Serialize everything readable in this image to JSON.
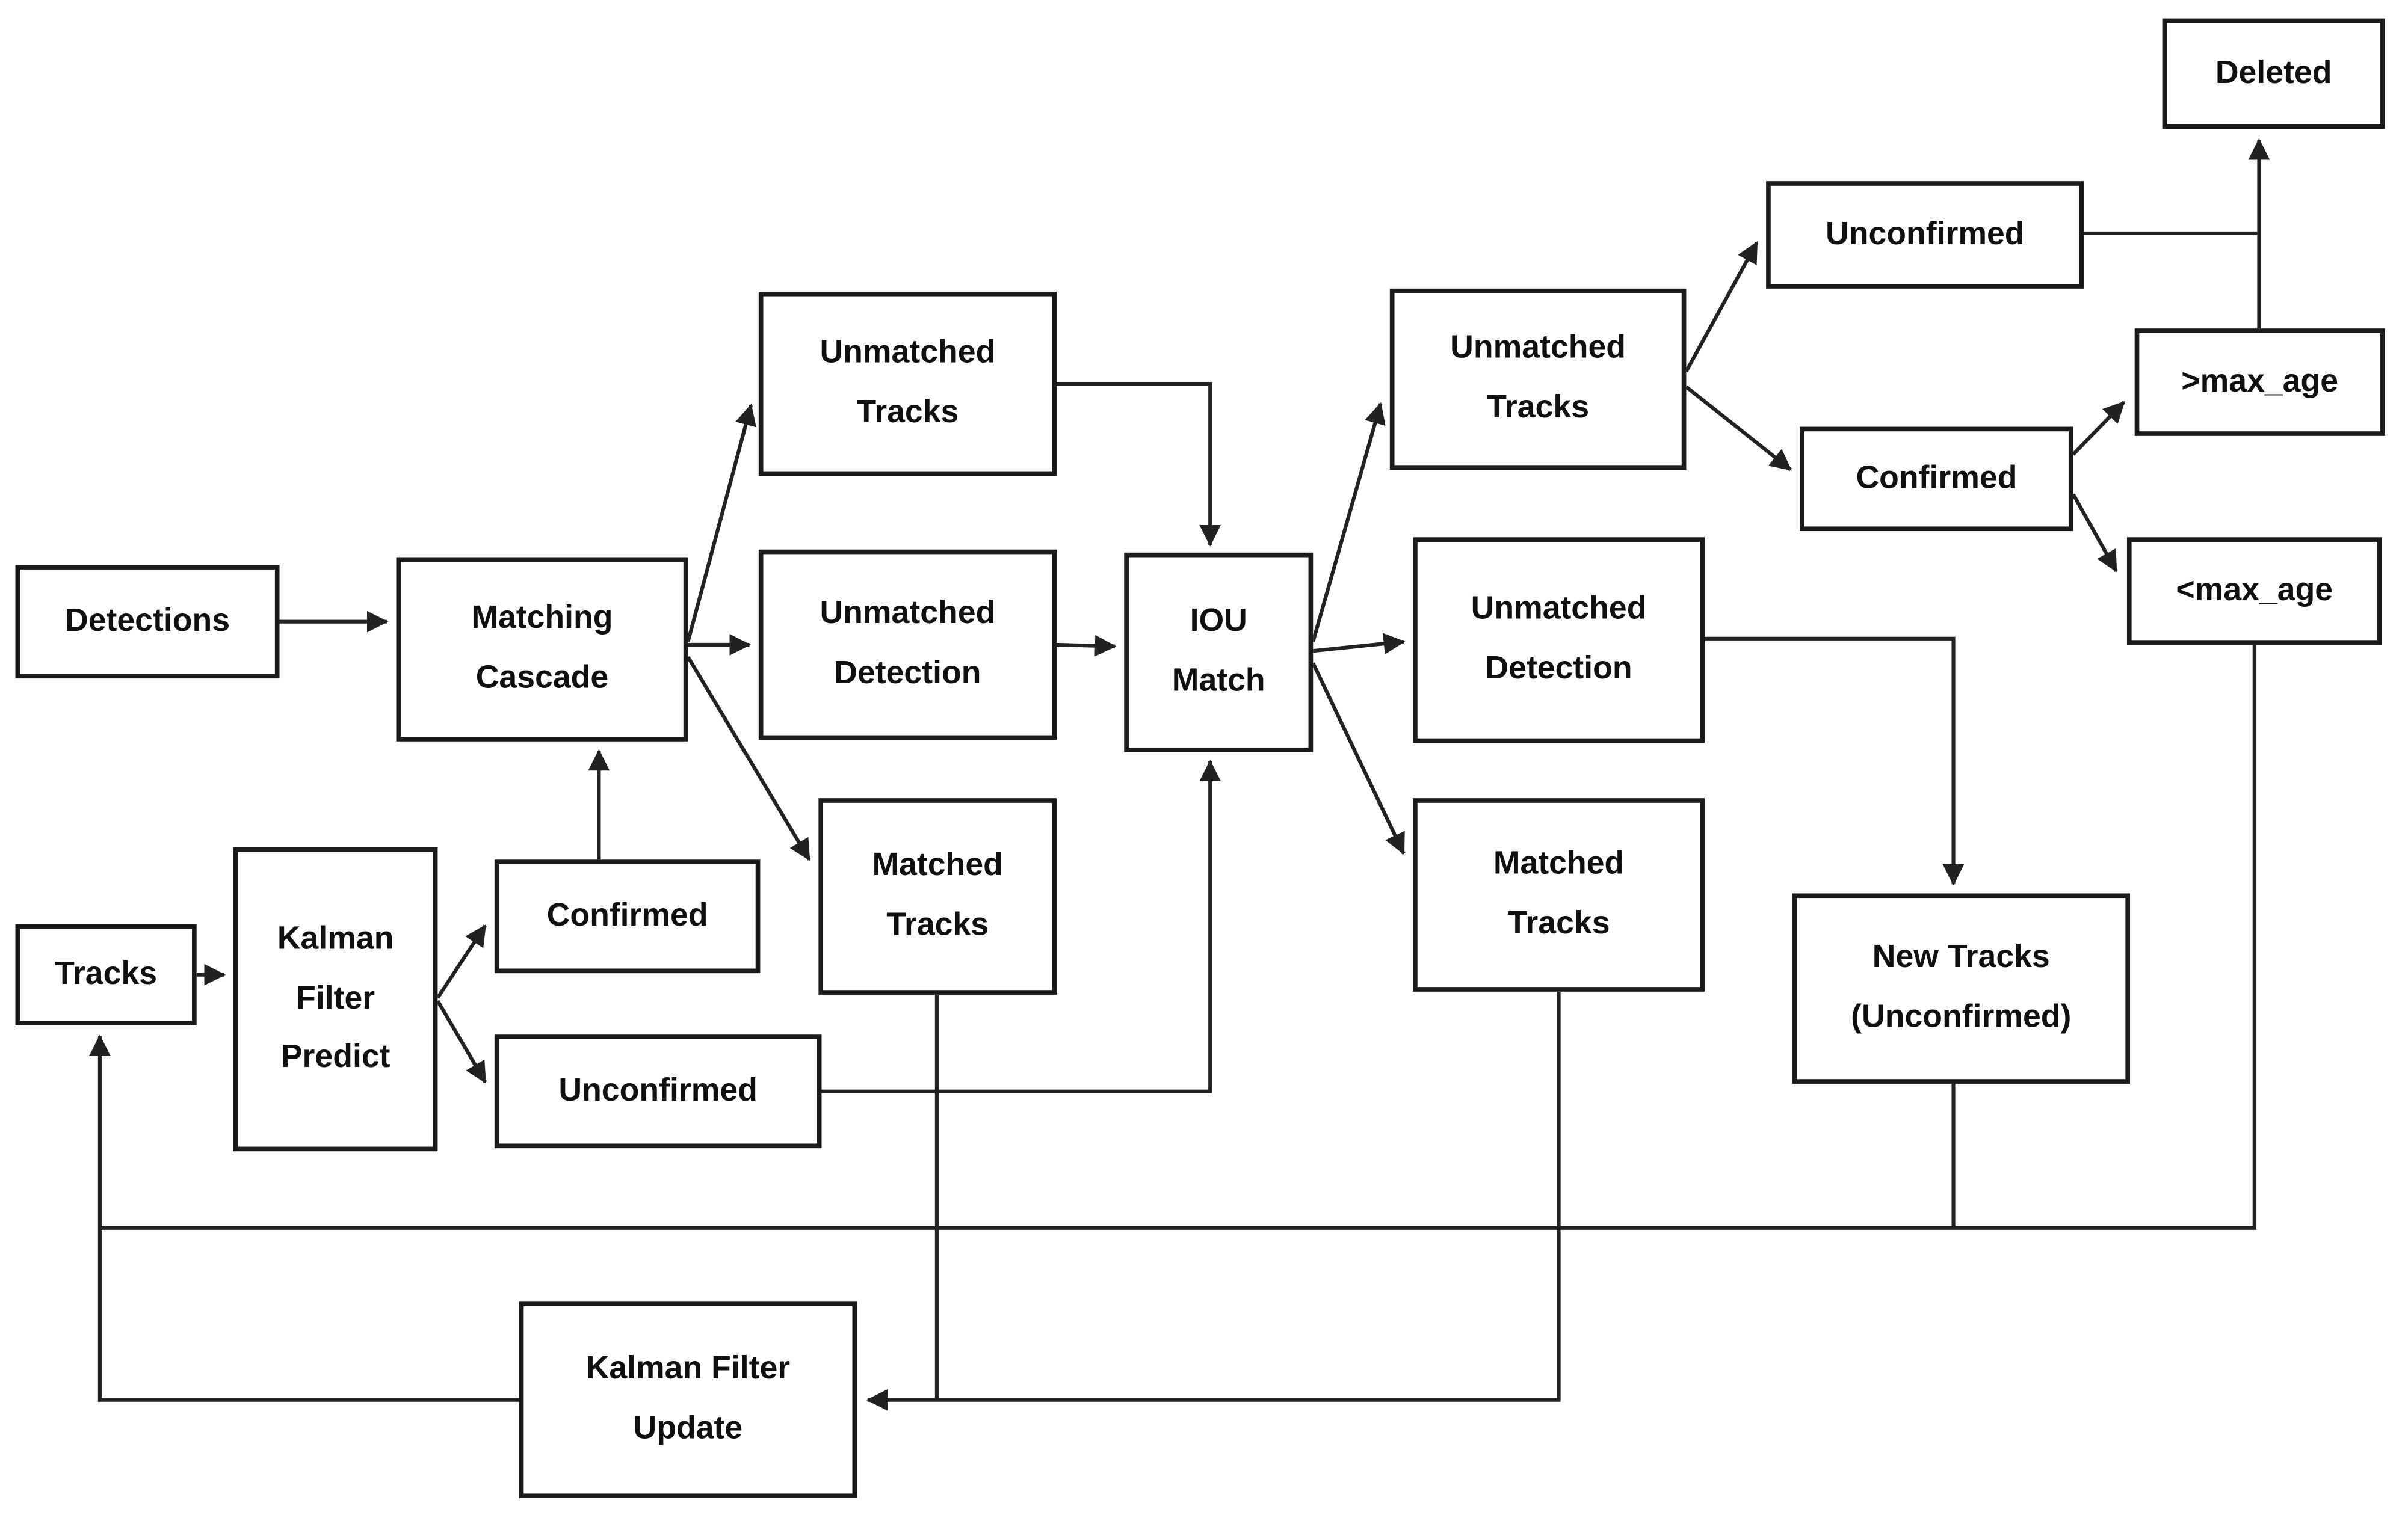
{
  "figure": {
    "type": "flowchart",
    "description": "Object tracking (DeepSORT-style) pipeline flowchart",
    "background_color": "#ffffff",
    "box_border_color": "#1a1a1a",
    "text_color": "#101010",
    "connector_color": "#222222"
  },
  "nodes": {
    "detections": {
      "label": "Detections"
    },
    "matching_cascade": {
      "label": "Matching\nCascade"
    },
    "unmatched_tracks_left": {
      "label": "Unmatched\nTracks"
    },
    "unmatched_detection_left": {
      "label": "Unmatched\nDetection"
    },
    "matched_tracks_left": {
      "label": "Matched\nTracks"
    },
    "iou_match": {
      "label": "IOU\nMatch"
    },
    "tracks": {
      "label": "Tracks"
    },
    "kalman_filter_predict": {
      "label": "Kalman\nFilter\nPredict"
    },
    "confirmed_left": {
      "label": "Confirmed"
    },
    "unconfirmed_left": {
      "label": "Unconfirmed"
    },
    "unmatched_tracks_right": {
      "label": "Unmatched\nTracks"
    },
    "unmatched_detection_right": {
      "label": "Unmatched\nDetection"
    },
    "matched_tracks_right": {
      "label": "Matched\nTracks"
    },
    "unconfirmed_top": {
      "label": "Unconfirmed"
    },
    "confirmed_right": {
      "label": "Confirmed"
    },
    "deleted": {
      "label": "Deleted"
    },
    "gt_max_age": {
      "label": ">max_age"
    },
    "lt_max_age": {
      "label": "<max_age"
    },
    "new_tracks": {
      "label": "New Tracks\n(Unconfirmed)"
    },
    "kalman_filter_update": {
      "label": "Kalman Filter\nUpdate"
    }
  },
  "edges": [
    {
      "from": "Detections",
      "to": "Matching Cascade"
    },
    {
      "from": "Tracks",
      "to": "Kalman Filter Predict"
    },
    {
      "from": "Kalman Filter Predict",
      "to": "Confirmed"
    },
    {
      "from": "Kalman Filter Predict",
      "to": "Unconfirmed"
    },
    {
      "from": "Confirmed",
      "to": "Matching Cascade"
    },
    {
      "from": "Matching Cascade",
      "to": "Unmatched Tracks"
    },
    {
      "from": "Matching Cascade",
      "to": "Unmatched Detection"
    },
    {
      "from": "Matching Cascade",
      "to": "Matched Tracks"
    },
    {
      "from": "Unmatched Tracks",
      "to": "IOU Match"
    },
    {
      "from": "Unmatched Detection",
      "to": "IOU Match"
    },
    {
      "from": "Unconfirmed",
      "to": "IOU Match"
    },
    {
      "from": "IOU Match",
      "to": "Unmatched Tracks (right)"
    },
    {
      "from": "IOU Match",
      "to": "Unmatched Detection (right)"
    },
    {
      "from": "IOU Match",
      "to": "Matched Tracks (right)"
    },
    {
      "from": "Unmatched Tracks (right)",
      "to": "Unconfirmed (top)"
    },
    {
      "from": "Unmatched Tracks (right)",
      "to": "Confirmed (right)"
    },
    {
      "from": "Unconfirmed (top)",
      "to": "Deleted"
    },
    {
      "from": ">max_age",
      "to": "Deleted"
    },
    {
      "from": "Confirmed (right)",
      "to": ">max_age"
    },
    {
      "from": "Confirmed (right)",
      "to": "<max_age"
    },
    {
      "from": "Unmatched Detection (right)",
      "to": "New Tracks (Unconfirmed)"
    },
    {
      "from": "New Tracks (Unconfirmed)",
      "to": "Tracks"
    },
    {
      "from": "<max_age",
      "to": "Tracks"
    },
    {
      "from": "Matched Tracks",
      "to": "Kalman Filter Update"
    },
    {
      "from": "Matched Tracks (right)",
      "to": "Kalman Filter Update"
    },
    {
      "from": "Kalman Filter Update",
      "to": "Tracks"
    }
  ]
}
